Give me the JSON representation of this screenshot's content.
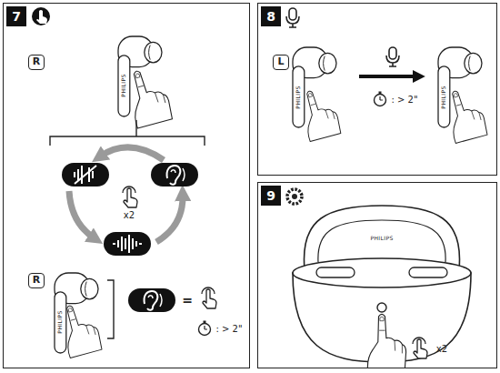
{
  "diagram": {
    "nodes": [
      {
        "text": [
          "7"
        ]
      },
      {
        "text": [
          "R"
        ],
        "in": 0
      },
      {
        "text": [
          "R"
        ],
        "in": 0
      },
      {
        "text": [
          "8"
        ]
      },
      {
        "text": [
          "L"
        ],
        "in": 3
      },
      {
        "text": [
          "9"
        ]
      }
    ],
    "labels": [
      "PHILIPS",
      "x2",
      "PHILIPS",
      "=",
      ": > 2\"",
      "PHILIPS",
      ": > 2\"",
      "PHILIPS",
      "PHILIPS",
      "x2"
    ]
  }
}
